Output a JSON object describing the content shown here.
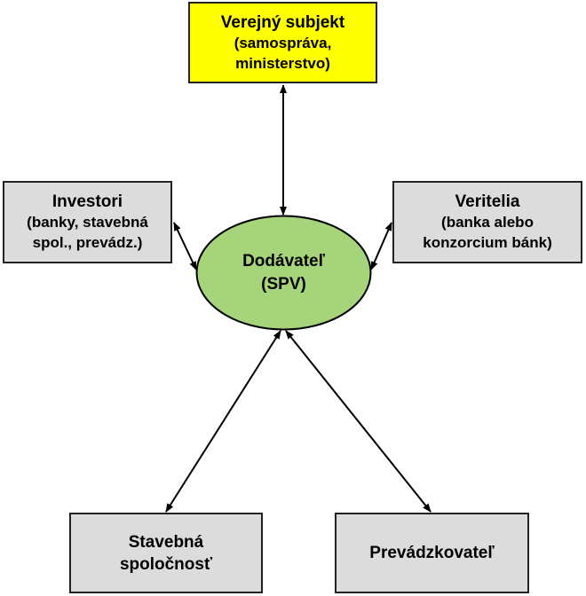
{
  "nodes": {
    "public": {
      "title": "Verejný subjekt",
      "sub1": "(samospráva,",
      "sub2": "ministerstvo)"
    },
    "investors": {
      "title": "Investori",
      "sub1": "(banky, stavebná",
      "sub2": "spol., prevádz.)"
    },
    "creditors": {
      "title": "Veritelia",
      "sub1": "(banka alebo",
      "sub2": "konzorcium bánk)"
    },
    "supplier": {
      "line1": "Dodávateľ",
      "line2": "(SPV)"
    },
    "construction": {
      "line1": "Stavebná",
      "line2": "spoločnosť"
    },
    "operator": {
      "line1": "Prevádzkovateľ"
    }
  },
  "colors": {
    "yellow": "#ffff00",
    "gray": "#dcdcdc",
    "green": "#a6d47a"
  }
}
